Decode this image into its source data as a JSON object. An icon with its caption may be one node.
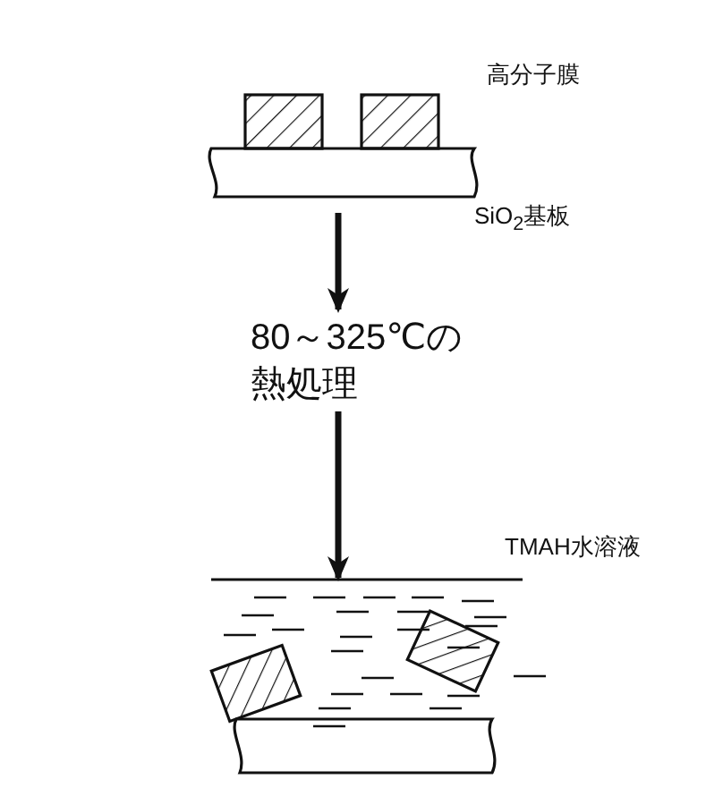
{
  "diagram": {
    "nodes": [
      {
        "text": [],
        "shape": "picture"
      },
      {
        "text": [
          "80～325℃の熱処理"
        ]
      },
      {
        "text": [],
        "shape": "picture"
      }
    ],
    "edges": [
      {
        "from": 0,
        "to": 1,
        "arrow": "to"
      },
      {
        "from": 1,
        "to": 2,
        "arrow": "to"
      }
    ],
    "labels": [
      "高分子膜",
      "SiO$_{2}$基板",
      "TMAH水溶液"
    ]
  }
}
